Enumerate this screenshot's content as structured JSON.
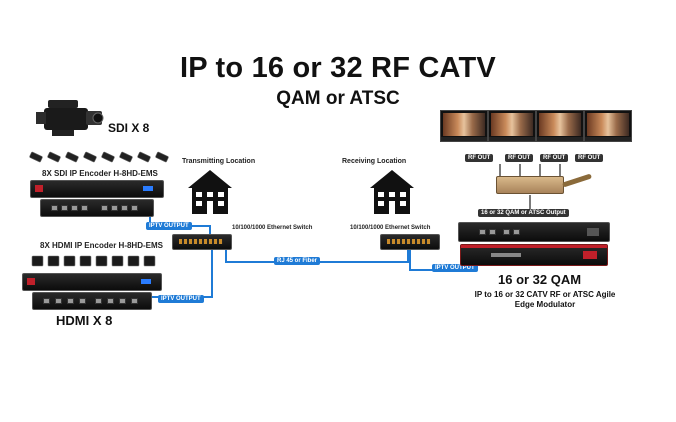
{
  "title": "IP to 16 or 32 RF CATV",
  "subtitle": "QAM or ATSC",
  "sdi": {
    "count_label": "SDI X 8",
    "encoder_label": "8X SDI IP Encoder H-8HD-EMS",
    "output_tag": "IPTV OUTPUT"
  },
  "hdmi": {
    "encoder_label": "8X HDMI IP Encoder H-8HD-EMS",
    "count_label": "HDMI X 8",
    "output_tag": "IPTV OUTPUT"
  },
  "transmit": {
    "location_label": "Transmitting Location",
    "switch_label": "10/100/1000 Ethernet Switch"
  },
  "receive": {
    "location_label": "Receiving Location",
    "switch_label": "10/100/1000 Ethernet Switch",
    "output_tag": "IPTV OUTPUT"
  },
  "link": {
    "label": "RJ 45 or Fiber"
  },
  "rf_out_labels": [
    "RF OUT",
    "RF OUT",
    "RF OUT",
    "RF OUT"
  ],
  "qam": {
    "output_label": "16 or 32 QAM or ATSC Output",
    "title": "16 or 32 QAM",
    "desc_line1": "IP to 16 or 32 CATV RF or ATSC Agile",
    "desc_line2": "Edge Modulator"
  },
  "icons": {
    "camera": "video-camera-icon",
    "building": "building-icon",
    "monitor": "tv-monitor-icon",
    "sdi_plug": "bnc-connector-icon",
    "hdmi_plug": "hdmi-connector-icon"
  },
  "colors": {
    "link_blue": "#1f7bd6",
    "device_black": "#111111",
    "accent_red": "#c0202a"
  }
}
